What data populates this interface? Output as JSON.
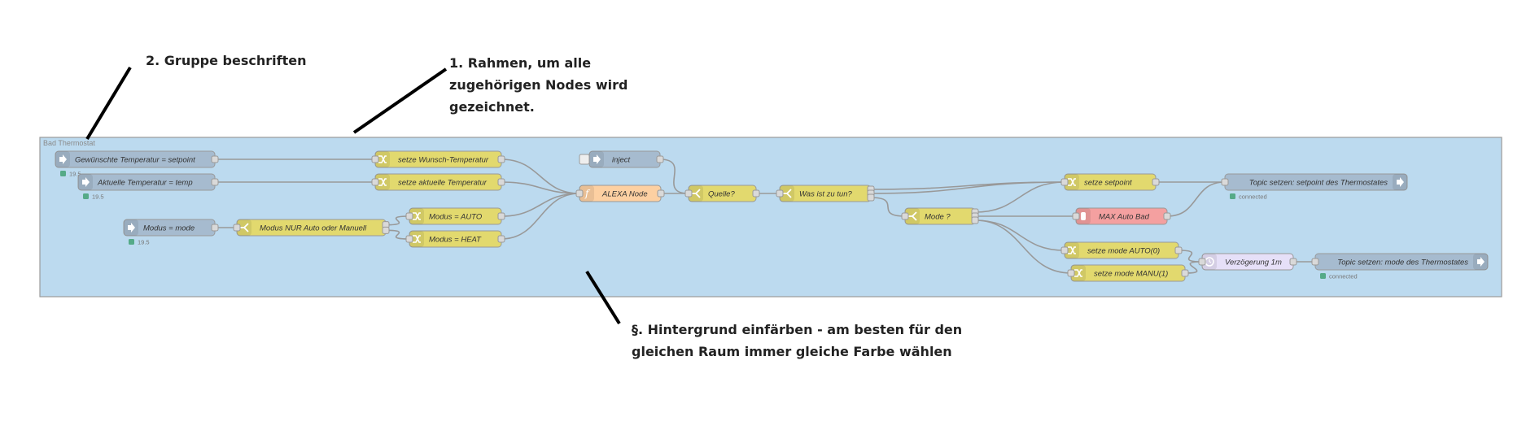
{
  "annotations": {
    "group_label": {
      "number": "2.",
      "text": "Gruppe beschriften"
    },
    "frame": {
      "line1": "1. Rahmen, um alle",
      "line2": "zugehörigen Nodes wird",
      "line3": "gezeichnet."
    },
    "background": {
      "line1": "§. Hintergrund einfärben - am besten für den",
      "line2": "gleichen Raum immer gleiche Farbe wählen"
    }
  },
  "group": {
    "name": "Bad Thermostat",
    "fill": "#bcdaef"
  },
  "nodes": {
    "n1": {
      "label": "Gewünschte Temperatur = setpoint",
      "status": "19.5",
      "type": "input",
      "color": "#a6bbcf",
      "icon": "input-arrow-icon"
    },
    "n2": {
      "label": "Aktuelle Temperatur = temp",
      "status": "19.5",
      "type": "input",
      "color": "#a6bbcf",
      "icon": "input-arrow-icon"
    },
    "n3": {
      "label": "Modus = mode",
      "status": "19.5",
      "type": "input",
      "color": "#a6bbcf",
      "icon": "input-arrow-icon"
    },
    "n4": {
      "label": "setze Wunsch-Temperatur",
      "type": "change",
      "color": "#e2d96e",
      "icon": "shuffle-icon"
    },
    "n5": {
      "label": "setze aktuelle Temperatur",
      "type": "change",
      "color": "#e2d96e",
      "icon": "shuffle-icon"
    },
    "n6": {
      "label": "Modus NUR Auto oder Manuell",
      "type": "switch",
      "color": "#e2d96e",
      "icon": "switch-icon"
    },
    "n7": {
      "label": "Modus = AUTO",
      "type": "change",
      "color": "#e2d96e",
      "icon": "shuffle-icon"
    },
    "n8": {
      "label": "Modus = HEAT",
      "type": "change",
      "color": "#e2d96e",
      "icon": "shuffle-icon"
    },
    "n9": {
      "label": "inject",
      "type": "inject",
      "color": "#a6bbcf",
      "icon": "inject-arrow-icon"
    },
    "n10": {
      "label": "ALEXA Node",
      "type": "function",
      "color": "#fdd0a2",
      "icon": "function-icon"
    },
    "n11": {
      "label": "Quelle?",
      "type": "switch",
      "color": "#e2d96e",
      "icon": "switch-icon"
    },
    "n12": {
      "label": "Was ist zu tun?",
      "type": "switch",
      "color": "#e2d96e",
      "icon": "switch-icon"
    },
    "n13": {
      "label": "Mode ?",
      "type": "switch",
      "color": "#e2d96e",
      "icon": "switch-icon"
    },
    "n14": {
      "label": "setze setpoint",
      "type": "change",
      "color": "#e2d96e",
      "icon": "shuffle-icon"
    },
    "n15": {
      "label": "MAX Auto Bad",
      "type": "max",
      "color": "#f4a0a0",
      "icon": "max-icon"
    },
    "n16": {
      "label": "setze mode AUTO(0)",
      "type": "change",
      "color": "#e2d96e",
      "icon": "shuffle-icon"
    },
    "n17": {
      "label": "setze mode MANU(1)",
      "type": "change",
      "color": "#e2d96e",
      "icon": "shuffle-icon"
    },
    "n18": {
      "label": "Verzögerung 1m",
      "type": "delay",
      "color": "#e6e0f8",
      "icon": "clock-icon"
    },
    "n19": {
      "label": "Topic setzen: setpoint des Thermostates",
      "status": "connected",
      "type": "output",
      "color": "#a6bbcf",
      "icon": "output-arrow-icon"
    },
    "n20": {
      "label": "Topic setzen: mode des Thermostates",
      "status": "connected",
      "type": "output",
      "color": "#a6bbcf",
      "icon": "output-arrow-icon"
    }
  },
  "wires": [
    [
      "n1",
      "n4"
    ],
    [
      "n2",
      "n5"
    ],
    [
      "n3",
      "n6"
    ],
    [
      "n6",
      "n7"
    ],
    [
      "n6",
      "n8"
    ],
    [
      "n4",
      "n10"
    ],
    [
      "n5",
      "n10"
    ],
    [
      "n7",
      "n10"
    ],
    [
      "n8",
      "n10"
    ],
    [
      "n9",
      "n11"
    ],
    [
      "n10",
      "n11"
    ],
    [
      "n11",
      "n12"
    ],
    [
      "n12",
      "n14"
    ],
    [
      "n12",
      "n14"
    ],
    [
      "n12",
      "n13"
    ],
    [
      "n13",
      "n14"
    ],
    [
      "n13",
      "n15"
    ],
    [
      "n13",
      "n16"
    ],
    [
      "n13",
      "n17"
    ],
    [
      "n14",
      "n19"
    ],
    [
      "n15",
      "n19"
    ],
    [
      "n16",
      "n18"
    ],
    [
      "n17",
      "n18"
    ],
    [
      "n18",
      "n20"
    ]
  ],
  "colors": {
    "wire": "#999999",
    "status_ok": "#5a8",
    "pointer_line": "#000000"
  }
}
